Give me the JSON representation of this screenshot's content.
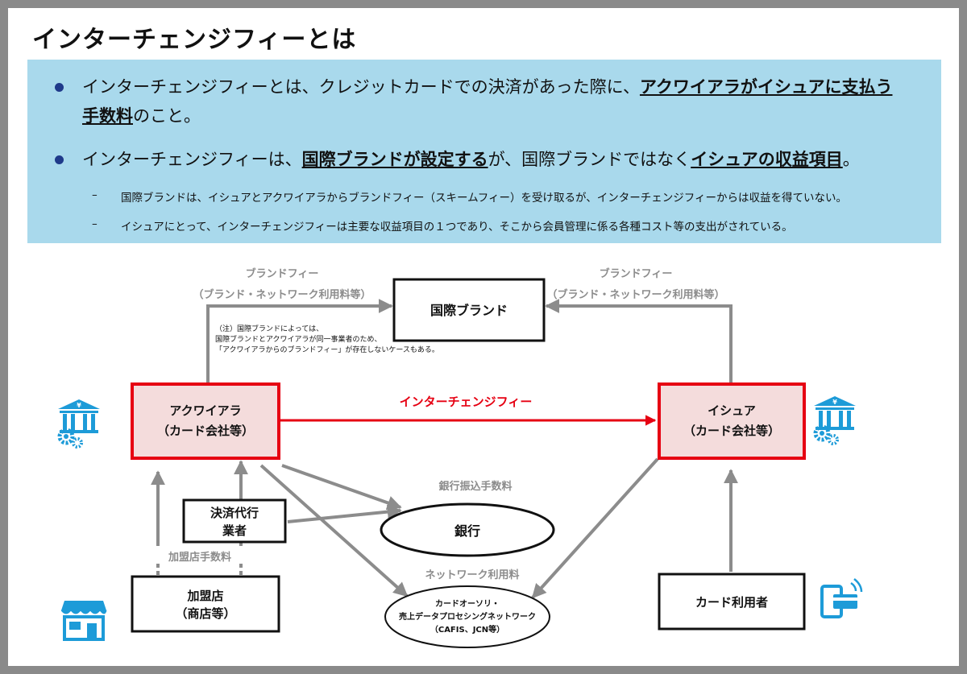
{
  "title": "インターチェンジフィーとは",
  "bullets": [
    {
      "pre": "インターチェンジフィーとは、クレジットカードでの決済があった際に、",
      "em": "アクワイアラがイシュアに支払う",
      "em2": "手数料",
      "post": "のこと。"
    },
    {
      "pre": "インターチェンジフィーは、",
      "em": "国際ブランドが設定する",
      "mid": "が、国際ブランドではなく",
      "em2": "イシュアの収益項目",
      "post": "。"
    }
  ],
  "dash": "–",
  "subbullets": [
    "国際ブランドは、イシュアとアクワイアラからブランドフィー（スキームフィー）を受け取るが、インターチェンジフィーからは収益を得ていない。",
    "イシュアにとって、インターチェンジフィーは主要な収益項目の１つであり、そこから会員管理に係る各種コスト等の支出がされている。"
  ],
  "diagram": {
    "brand_box": "国際ブランド",
    "brand_fee_left": "ブランドフィー",
    "brand_fee_left_sub": "（ブランド・ネットワーク利用料等）",
    "brand_fee_right": "ブランドフィー",
    "brand_fee_right_sub": "（ブランド・ネットワーク利用料等）",
    "note_lines": [
      "（注）国際ブランドによっては、",
      "国際ブランドとアクワイアラが同一事業者のため、",
      "「アクワイアラからのブランドフィー」が存在しないケースもある。"
    ],
    "acquirer_line1": "アクワイアラ",
    "acquirer_line2": "（カード会社等）",
    "issuer_line1": "イシュア",
    "issuer_line2": "（カード会社等）",
    "interchange_label": "インターチェンジフィー",
    "processor_line1": "決済代行",
    "processor_line2": "業者",
    "bank_fee_label": "銀行振込手数料",
    "bank": "銀行",
    "network_fee_label": "ネットワーク利用料",
    "network_line1": "カードオーソリ・",
    "network_line2": "売上データプロセシングネットワーク",
    "network_line3": "（CAFIS、JCN等）",
    "merchant_fee_label": "加盟店手数料",
    "merchant_line1": "加盟店",
    "merchant_line2": "（商店等）",
    "cardholder": "カード利用者",
    "icon_left_symbol": "¥",
    "icon_right_symbol": "¥"
  },
  "colors": {
    "accent_red": "#e60012",
    "box_fill": "#f4dcdc",
    "info_bg": "#a9d9ec",
    "icon_blue": "#1d9bd8",
    "arrow_gray": "#8c8c8c"
  }
}
